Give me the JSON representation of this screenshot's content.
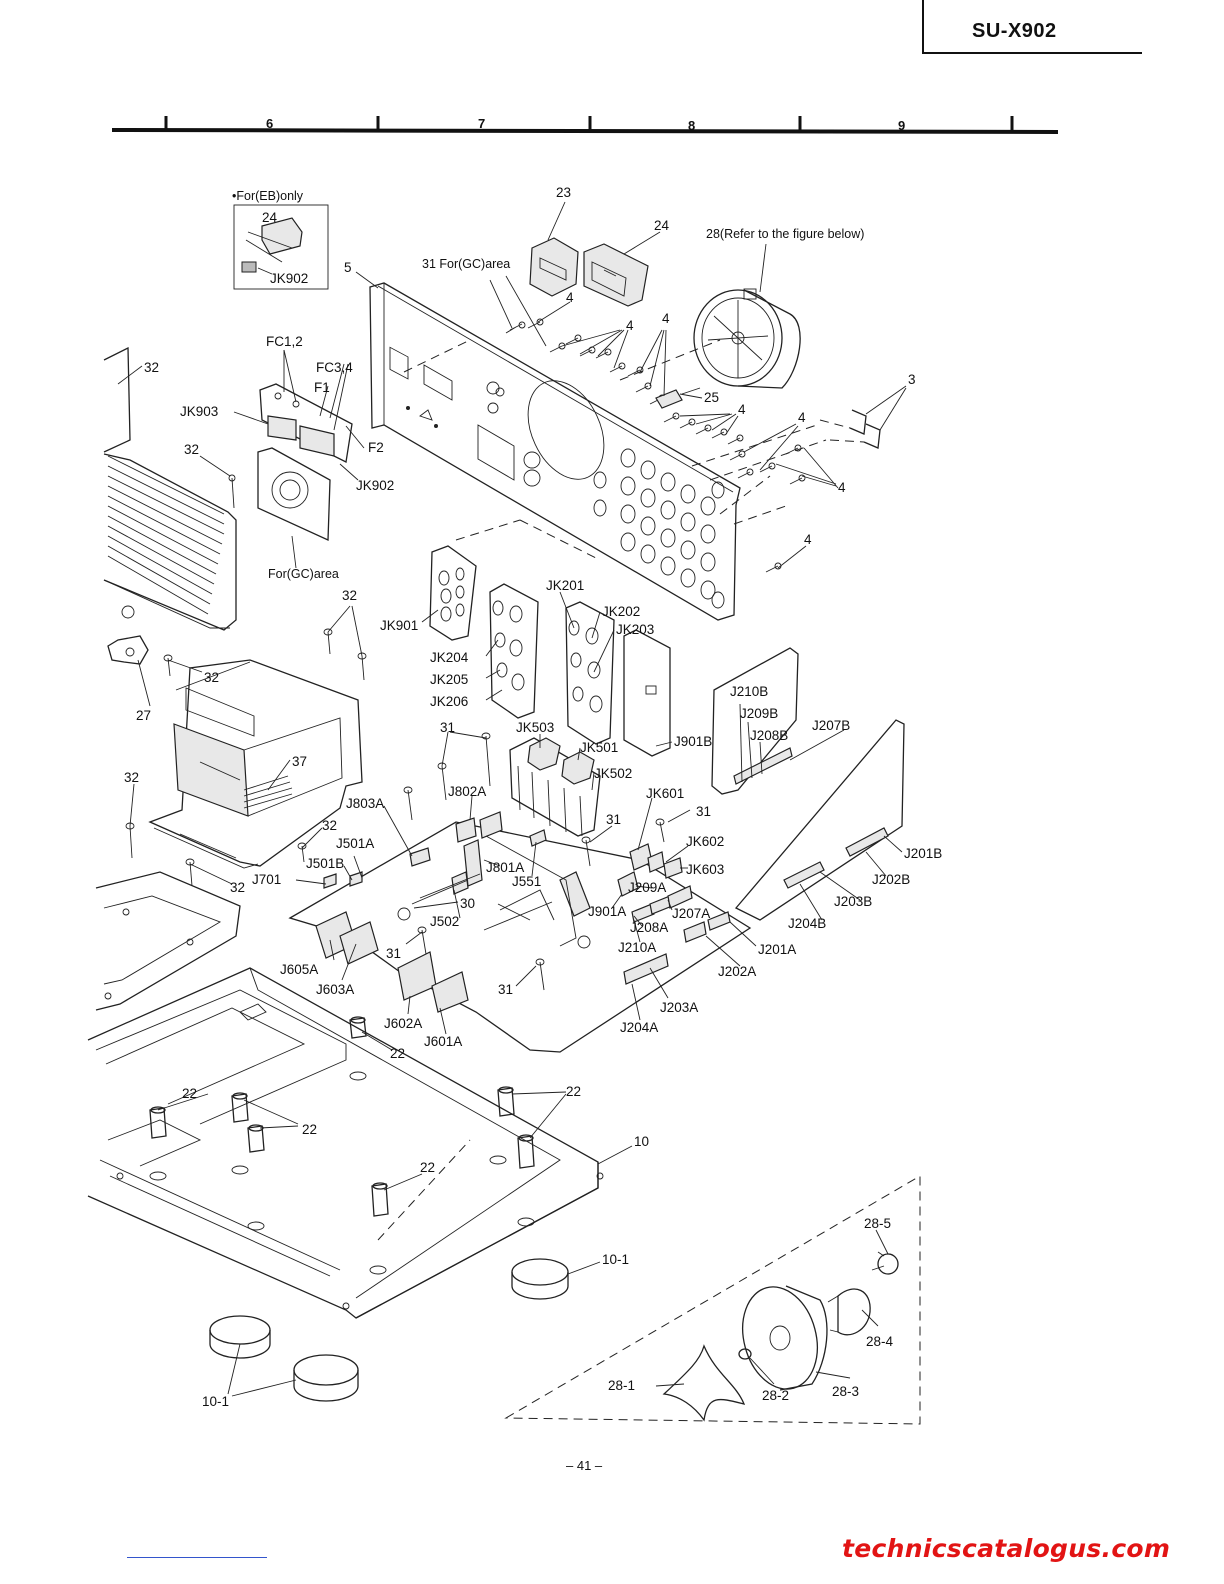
{
  "header": {
    "model": "SU-X902"
  },
  "ruler": {
    "columns": [
      "6",
      "7",
      "8",
      "9"
    ]
  },
  "callouts": {
    "eb_only": "•For(EB)only",
    "gc_area_cover": "31 For(GC)area",
    "gc_area_plate": "For(GC)area",
    "fan_refer": "28(Refer to the figure below)"
  },
  "parts": [
    {
      "id": "p-24-eb",
      "text": "24"
    },
    {
      "id": "p-jk902-eb",
      "text": "JK902"
    },
    {
      "id": "p-23",
      "text": "23"
    },
    {
      "id": "p-24",
      "text": "24"
    },
    {
      "id": "p-5",
      "text": "5"
    },
    {
      "id": "p-4a",
      "text": "4"
    },
    {
      "id": "p-4b",
      "text": "4"
    },
    {
      "id": "p-4c",
      "text": "4"
    },
    {
      "id": "p-4d",
      "text": "4"
    },
    {
      "id": "p-4e",
      "text": "4"
    },
    {
      "id": "p-4f",
      "text": "4"
    },
    {
      "id": "p-4g",
      "text": "4"
    },
    {
      "id": "p-3",
      "text": "3"
    },
    {
      "id": "p-25",
      "text": "25"
    },
    {
      "id": "p-32a",
      "text": "32"
    },
    {
      "id": "p-fc12",
      "text": "FC1,2"
    },
    {
      "id": "p-fc34",
      "text": "FC3,4"
    },
    {
      "id": "p-f1",
      "text": "F1"
    },
    {
      "id": "p-f2",
      "text": "F2"
    },
    {
      "id": "p-jk903",
      "text": "JK903"
    },
    {
      "id": "p-jk902",
      "text": "JK902"
    },
    {
      "id": "p-32b",
      "text": "32"
    },
    {
      "id": "p-32c",
      "text": "32"
    },
    {
      "id": "p-32d",
      "text": "32"
    },
    {
      "id": "p-27",
      "text": "27"
    },
    {
      "id": "p-37",
      "text": "37"
    },
    {
      "id": "p-32e",
      "text": "32"
    },
    {
      "id": "p-32f",
      "text": "32"
    },
    {
      "id": "p-32g",
      "text": "32"
    },
    {
      "id": "p-jk901",
      "text": "JK901"
    },
    {
      "id": "p-jk201",
      "text": "JK201"
    },
    {
      "id": "p-jk202",
      "text": "JK202"
    },
    {
      "id": "p-jk203",
      "text": "JK203"
    },
    {
      "id": "p-jk204",
      "text": "JK204"
    },
    {
      "id": "p-jk205",
      "text": "JK205"
    },
    {
      "id": "p-jk206",
      "text": "JK206"
    },
    {
      "id": "p-31a",
      "text": "31"
    },
    {
      "id": "p-jk503",
      "text": "JK503"
    },
    {
      "id": "p-jk501",
      "text": "JK501"
    },
    {
      "id": "p-jk502",
      "text": "JK502"
    },
    {
      "id": "p-j901b",
      "text": "J901B"
    },
    {
      "id": "p-j210b",
      "text": "J210B"
    },
    {
      "id": "p-j209b",
      "text": "J209B"
    },
    {
      "id": "p-j208b",
      "text": "J208B"
    },
    {
      "id": "p-j207b",
      "text": "J207B"
    },
    {
      "id": "p-j803a",
      "text": "J803A"
    },
    {
      "id": "p-j802a",
      "text": "J802A"
    },
    {
      "id": "p-jk601",
      "text": "JK601"
    },
    {
      "id": "p-31b",
      "text": "31"
    },
    {
      "id": "p-31c",
      "text": "31"
    },
    {
      "id": "p-jk602",
      "text": "JK602"
    },
    {
      "id": "p-jk603",
      "text": "JK603"
    },
    {
      "id": "p-j201b",
      "text": "J201B"
    },
    {
      "id": "p-j202b",
      "text": "J202B"
    },
    {
      "id": "p-j203b",
      "text": "J203B"
    },
    {
      "id": "p-j204b",
      "text": "J204B"
    },
    {
      "id": "p-j501a",
      "text": "J501A"
    },
    {
      "id": "p-j501b",
      "text": "J501B"
    },
    {
      "id": "p-j701",
      "text": "J701"
    },
    {
      "id": "p-j801a",
      "text": "J801A"
    },
    {
      "id": "p-j551",
      "text": "J551"
    },
    {
      "id": "p-30",
      "text": "30"
    },
    {
      "id": "p-j502",
      "text": "J502"
    },
    {
      "id": "p-j901a",
      "text": "J901A"
    },
    {
      "id": "p-j209a",
      "text": "J209A"
    },
    {
      "id": "p-j208a",
      "text": "J208A"
    },
    {
      "id": "p-j207a",
      "text": "J207A"
    },
    {
      "id": "p-j210a",
      "text": "J210A"
    },
    {
      "id": "p-j201a",
      "text": "J201A"
    },
    {
      "id": "p-j202a",
      "text": "J202A"
    },
    {
      "id": "p-31d",
      "text": "31"
    },
    {
      "id": "p-j605a",
      "text": "J605A"
    },
    {
      "id": "p-j603a",
      "text": "J603A"
    },
    {
      "id": "p-j602a",
      "text": "J602A"
    },
    {
      "id": "p-j601a",
      "text": "J601A"
    },
    {
      "id": "p-31e",
      "text": "31"
    },
    {
      "id": "p-j203a",
      "text": "J203A"
    },
    {
      "id": "p-j204a",
      "text": "J204A"
    },
    {
      "id": "p-22a",
      "text": "22"
    },
    {
      "id": "p-22b",
      "text": "22"
    },
    {
      "id": "p-22c",
      "text": "22"
    },
    {
      "id": "p-22d",
      "text": "22"
    },
    {
      "id": "p-22e",
      "text": "22"
    },
    {
      "id": "p-10",
      "text": "10"
    },
    {
      "id": "p-10-1a",
      "text": "10-1"
    },
    {
      "id": "p-10-1b",
      "text": "10-1"
    },
    {
      "id": "p-28-5",
      "text": "28-5"
    },
    {
      "id": "p-28-4",
      "text": "28-4"
    },
    {
      "id": "p-28-3",
      "text": "28-3"
    },
    {
      "id": "p-28-2",
      "text": "28-2"
    },
    {
      "id": "p-28-1",
      "text": "28-1"
    }
  ],
  "footer": {
    "page_number": "– 41 –",
    "watermark": "technicscatalogus.com"
  }
}
